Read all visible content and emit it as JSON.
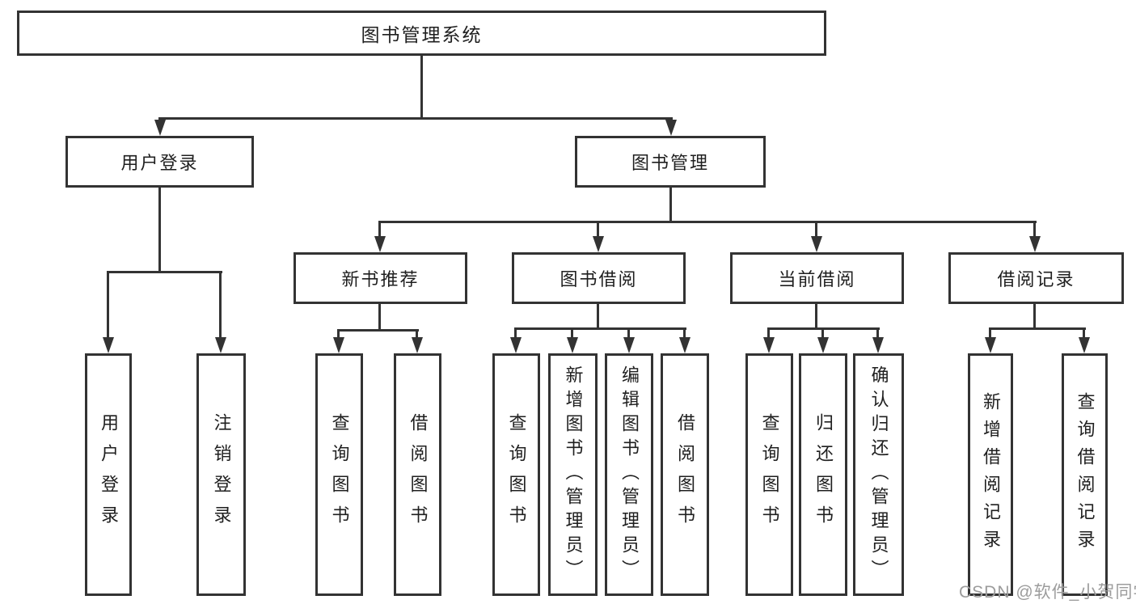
{
  "diagram": {
    "type": "tree",
    "title": "图书管理系统",
    "tree": {
      "label": "图书管理系统",
      "children": [
        {
          "label": "用户登录",
          "children": [
            {
              "label": "用户登录"
            },
            {
              "label": "注销登录"
            }
          ]
        },
        {
          "label": "图书管理",
          "children": [
            {
              "label": "新书推荐",
              "children": [
                {
                  "label": "查询图书"
                },
                {
                  "label": "借阅图书"
                }
              ]
            },
            {
              "label": "图书借阅",
              "children": [
                {
                  "label": "查询图书"
                },
                {
                  "label": "新增图书（管理员）"
                },
                {
                  "label": "编辑图书（管理员）"
                },
                {
                  "label": "借阅图书"
                }
              ]
            },
            {
              "label": "当前借阅",
              "children": [
                {
                  "label": "查询图书"
                },
                {
                  "label": "归还图书"
                },
                {
                  "label": "确认归还（管理员）"
                }
              ]
            },
            {
              "label": "借阅记录",
              "children": [
                {
                  "label": "新增借阅记录"
                },
                {
                  "label": "查询借阅记录"
                }
              ]
            }
          ]
        }
      ]
    }
  },
  "watermark": {
    "text": "CSDN @软件_小贺同学"
  },
  "colors": {
    "line": "#333333",
    "text": "#1f1f1f",
    "watermark": "#9c9c9c",
    "background": "#ffffff"
  }
}
